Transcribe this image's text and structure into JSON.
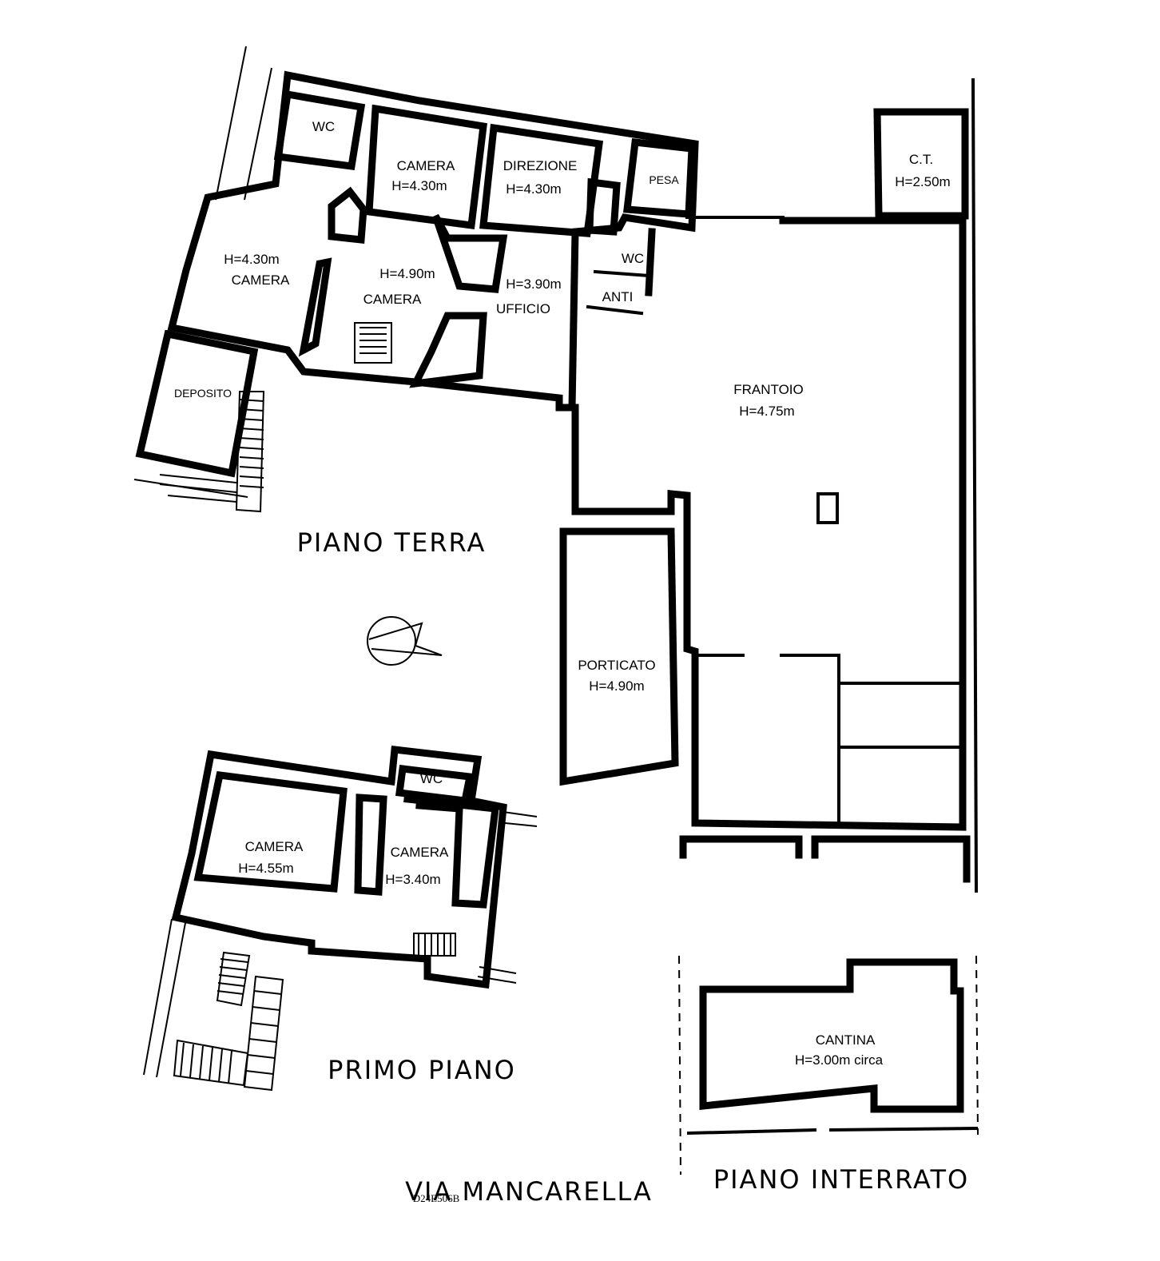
{
  "floors": {
    "ground": {
      "title": "PIANO TERRA"
    },
    "first": {
      "title": "PRIMO PIANO"
    },
    "basement": {
      "title": "PIANO INTERRATO"
    }
  },
  "street": {
    "name": "VIA MANCARELLA"
  },
  "drawing_code": "D24E506B",
  "rooms": {
    "wc_top": {
      "name": "WC"
    },
    "camera_top": {
      "name": "CAMERA",
      "height": "H=4.30m"
    },
    "direzione": {
      "name": "DIREZIONE",
      "height": "H=4.30m"
    },
    "pesa": {
      "name": "PESA"
    },
    "ct": {
      "name": "C.T.",
      "height": "H=2.50m"
    },
    "camera_left": {
      "name": "CAMERA",
      "height": "H=4.30m"
    },
    "camera_center": {
      "name": "CAMERA",
      "height": "H=4.90m"
    },
    "ufficio": {
      "name": "UFFICIO",
      "height": "H=3.90m"
    },
    "wc_mid": {
      "name": "WC"
    },
    "anti": {
      "name": "ANTI"
    },
    "deposito": {
      "name": "DEPOSITO"
    },
    "frantoio": {
      "name": "FRANTOIO",
      "height": "H=4.75m"
    },
    "porticato": {
      "name": "PORTICATO",
      "height": "H=4.90m"
    },
    "wc_first": {
      "name": "WC"
    },
    "camera_first_left": {
      "name": "CAMERA",
      "height": "H=4.55m"
    },
    "camera_first_right": {
      "name": "CAMERA",
      "height": "H=3.40m"
    },
    "cantina": {
      "name": "CANTINA",
      "height": "H=3.00m circa"
    }
  }
}
